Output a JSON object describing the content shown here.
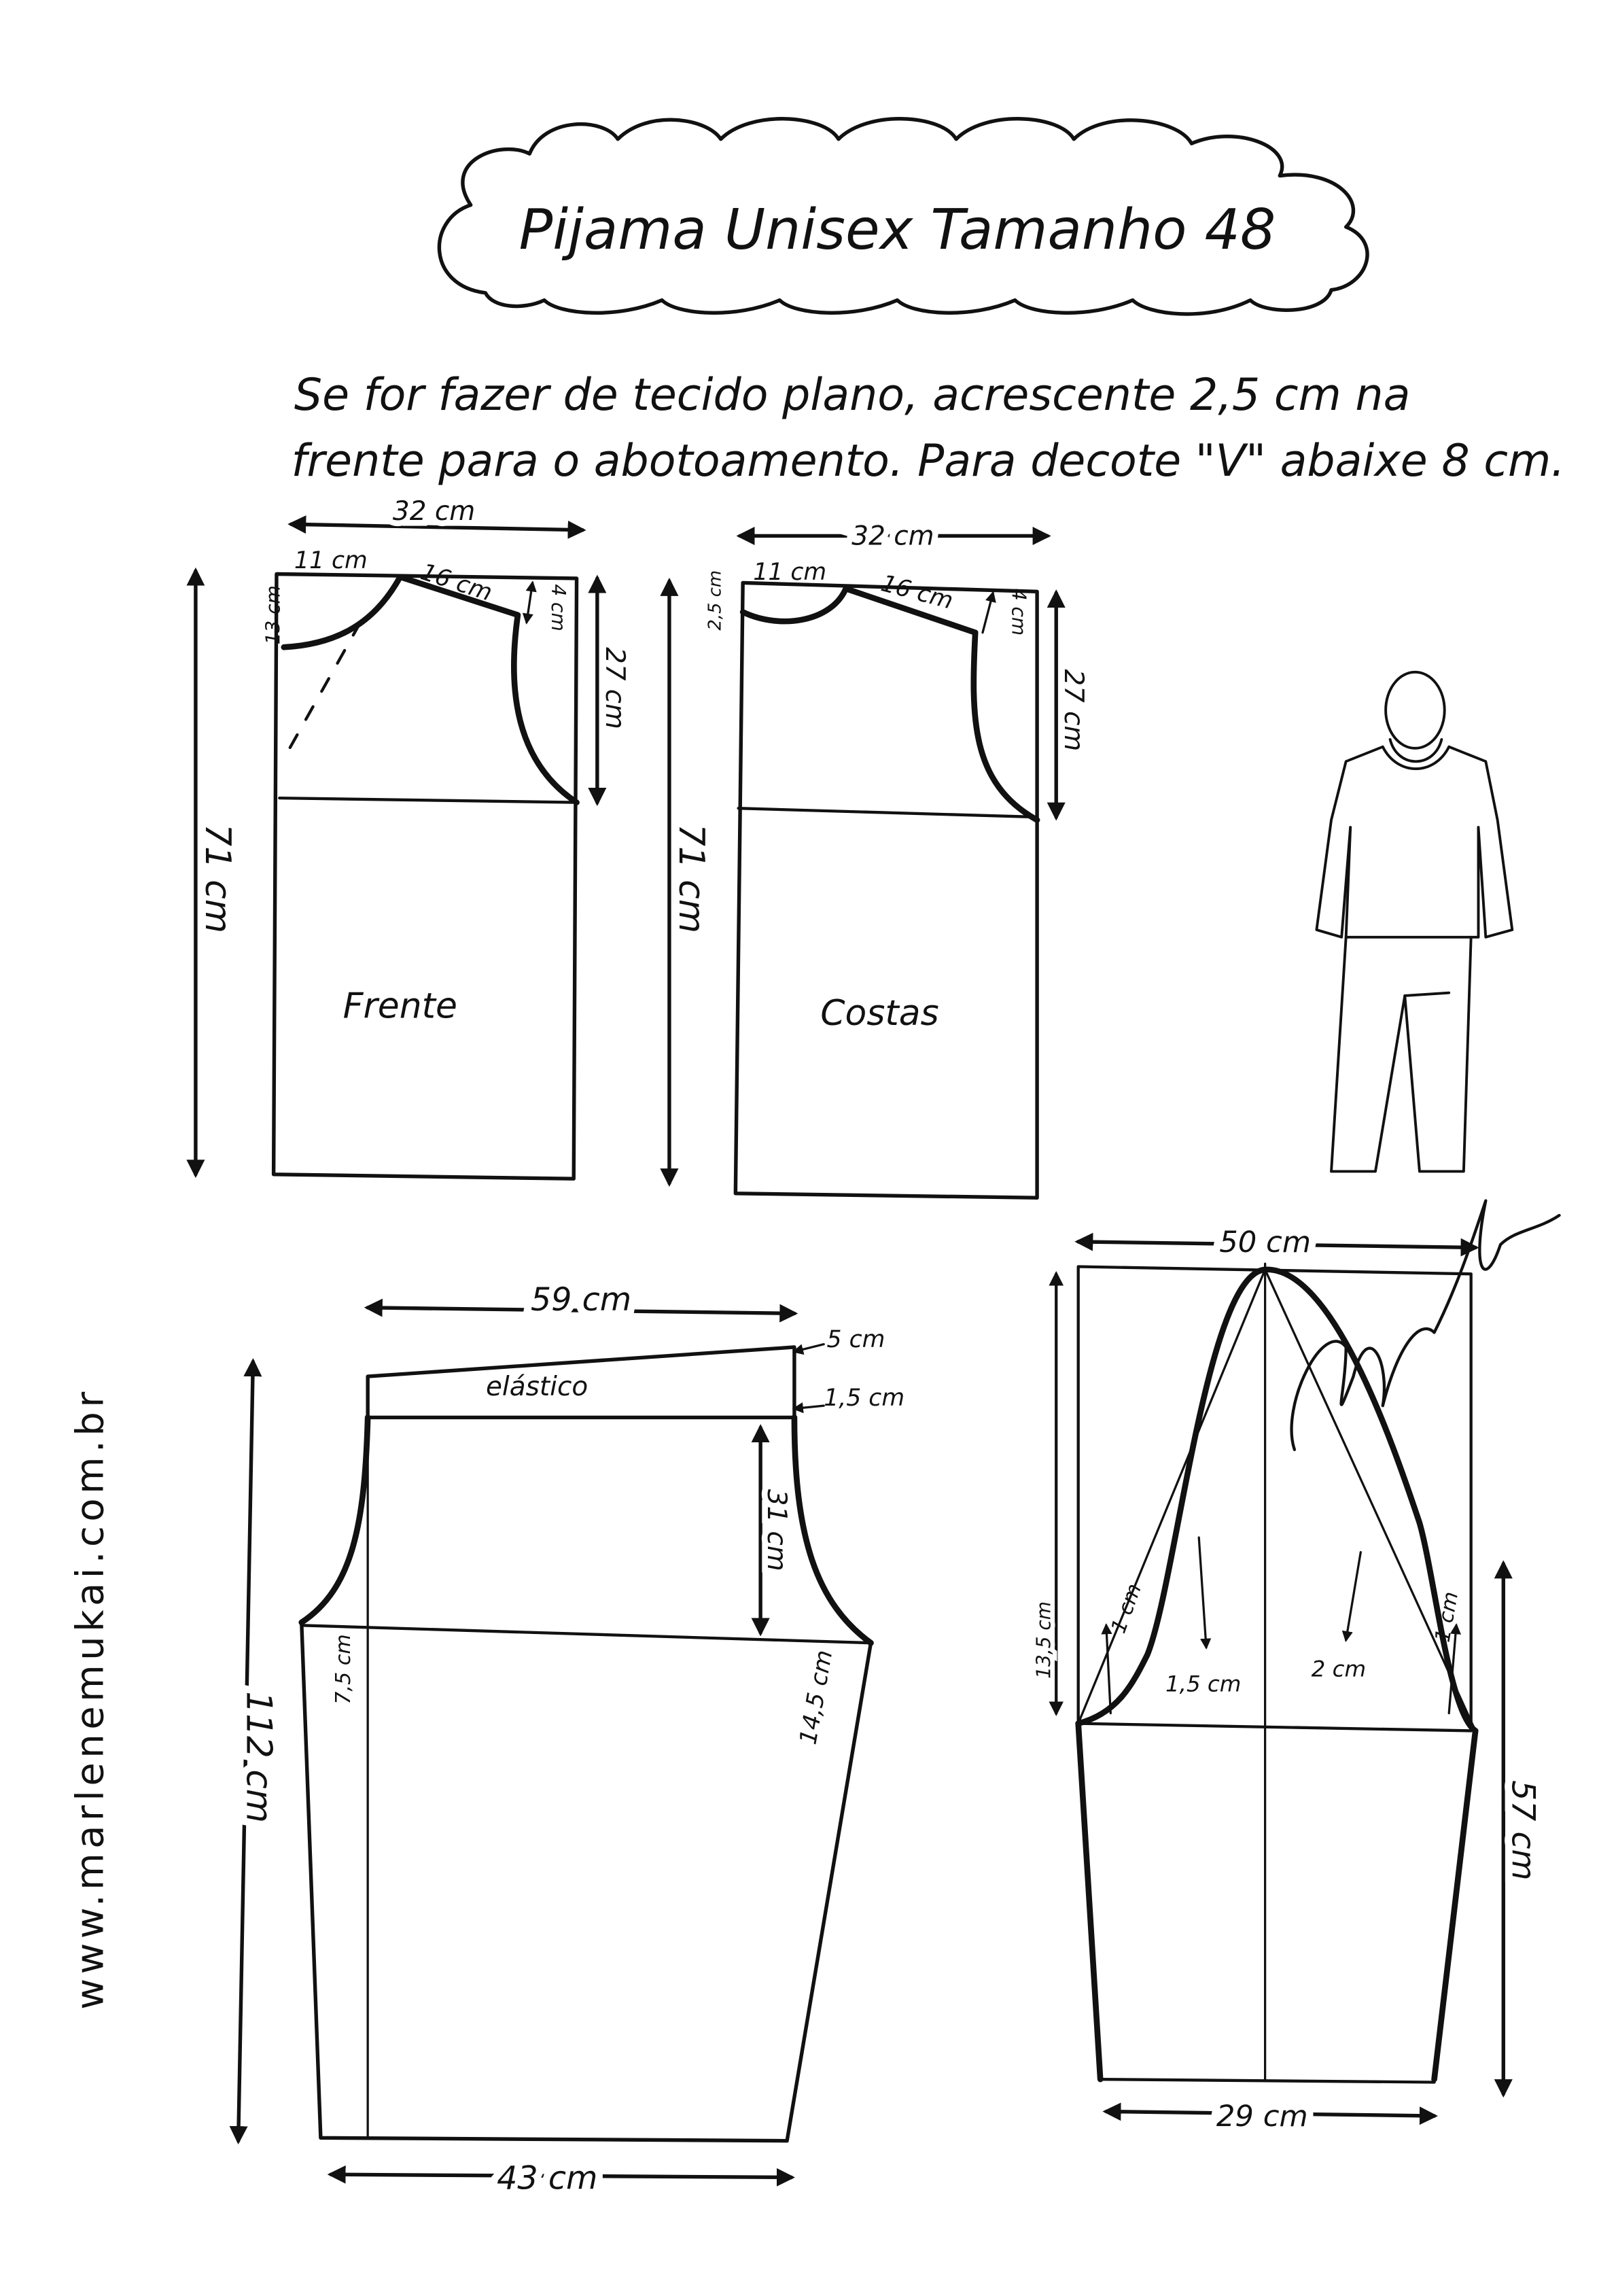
{
  "title": "Pijama Unisex Tamanho 48",
  "instructions": [
    "Se for fazer de tecido plano, acrescente 2,5 cm na",
    "frente para o abotoamento. Para decote \"V\" abaixe 8 cm."
  ],
  "front": {
    "label": "Frente",
    "width": "32 cm",
    "neck_width": "11 cm",
    "neck_depth": "13 cm",
    "shoulder": "16 cm",
    "shoulder_drop": "4 cm",
    "armhole_depth": "27 cm",
    "length": "71 cm"
  },
  "back": {
    "label": "Costas",
    "width": "32 cm",
    "neck_width": "11 cm",
    "neck_depth": "2,5 cm",
    "shoulder": "16 cm",
    "shoulder_drop": "4 cm",
    "armhole_depth": "27 cm",
    "length": "71 cm"
  },
  "pants": {
    "waist_width": "59 cm",
    "elastic_label": "elástico",
    "waistband": "5 cm",
    "waistband_gap": "1,5 cm",
    "rise": "31 cm",
    "front_crotch": "7,5 cm",
    "back_crotch": "14,5 cm",
    "length": "112 cm",
    "hem": "43 cm"
  },
  "sleeve": {
    "width": "50 cm",
    "cap_height": "13,5 cm",
    "left_offset": "1 cm",
    "left_mid": "1,5 cm",
    "right_mid": "2 cm",
    "right_offset": "1 cm",
    "length": "57 cm",
    "cuff": "29 cm"
  },
  "website": "www.marlenemukai.com.br",
  "signature": "Marlene Mukai"
}
